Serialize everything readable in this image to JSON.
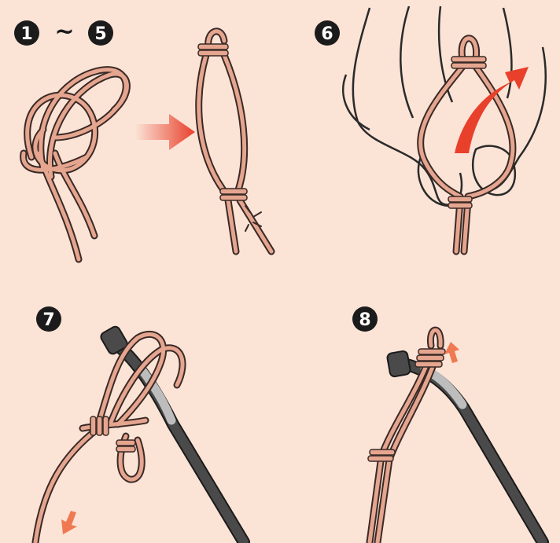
{
  "steps": {
    "s1_5": {
      "from": "1",
      "sep": "~",
      "to": "5"
    },
    "s6": {
      "label": "6"
    },
    "s7": {
      "label": "7"
    },
    "s8": {
      "label": "8"
    }
  },
  "colors": {
    "background": "#fbe3d6",
    "cord_fill": "#e5a58f",
    "cord_outline": "#3a2a26",
    "arrow": "#e8402b",
    "arrow_light": "#ef7a52",
    "rod": "#4a4a4a",
    "badge": "#1b1b1b"
  },
  "icons": {
    "transition": "right-arrow-icon",
    "pull_up": "up-arrow-icon",
    "pull_down": "down-arrow-icon",
    "trim": "scissor-spark-icon"
  }
}
